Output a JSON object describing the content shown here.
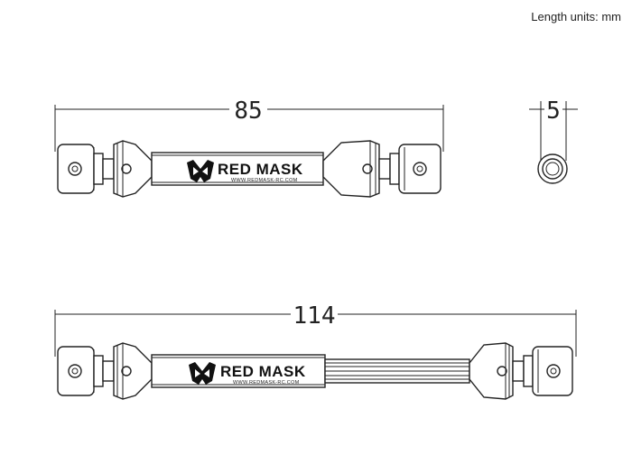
{
  "header": {
    "units_label": "Length units: mm"
  },
  "dimensions": {
    "short_length": "85",
    "diameter": "5",
    "long_length": "114"
  },
  "branding": {
    "logo_text": "RED MASK",
    "website": "WWW.REDMASK-RC.COM"
  },
  "colors": {
    "line": "#222222",
    "background": "#ffffff"
  }
}
